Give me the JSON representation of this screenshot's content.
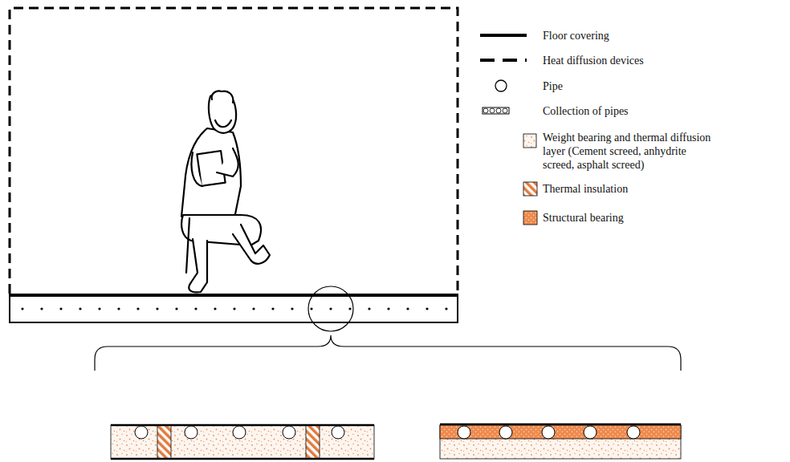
{
  "diagram": {
    "legend": [
      {
        "text": "Floor covering"
      },
      {
        "text": "Heat diffusion devices"
      },
      {
        "text": "Pipe"
      },
      {
        "text": "Collection of pipes"
      },
      {
        "text": "Weight bearing and thermal diffusion layer (Cement screed, anhydrite screed, asphalt screed)"
      },
      {
        "text": "Thermal insulation"
      },
      {
        "text": "Structural bearing"
      }
    ]
  }
}
